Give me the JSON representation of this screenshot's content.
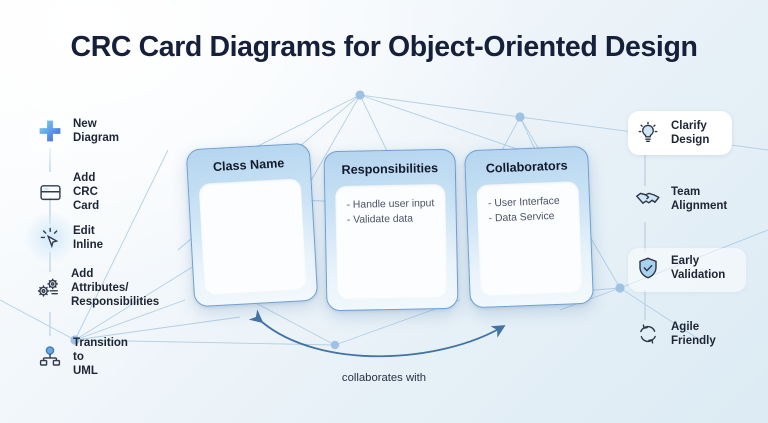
{
  "page": {
    "title": "CRC Card Diagrams for Object-Oriented Design",
    "caption": "collaborates with",
    "accent": "#4a86d6",
    "bg_start": "#fbfcfd",
    "bg_end": "#dcebf4",
    "title_color": "#17203a",
    "card_border": "#6f9fd0"
  },
  "left_rail": {
    "items": [
      {
        "label": "New Diagram",
        "icon": "plus-icon"
      },
      {
        "label": "Add CRC Card",
        "icon": "card-icon"
      },
      {
        "label": "Edit Inline",
        "icon": "cursor-click-icon"
      },
      {
        "label": "Add\nAttributes/\nResponsibilities",
        "icon": "gears-icon"
      },
      {
        "label": "Transition to\nUML",
        "icon": "uml-hierarchy-icon"
      }
    ]
  },
  "right_rail": {
    "items": [
      {
        "label": "Clarify\nDesign",
        "icon": "lightbulb-icon",
        "highlighted": true
      },
      {
        "label": "Team\nAlignment",
        "icon": "handshake-icon",
        "highlighted": false
      },
      {
        "label": "Early\nValidation",
        "icon": "shield-check-icon",
        "highlighted": false
      },
      {
        "label": "Agile\nFriendly",
        "icon": "cycle-arrows-icon",
        "highlighted": false
      }
    ]
  },
  "cards": [
    {
      "title": "Class Name",
      "lines": []
    },
    {
      "title": "Responsibilities",
      "lines": [
        "- Handle user input",
        "- Validate data"
      ]
    },
    {
      "title": "Collaborators",
      "lines": [
        "- User Interface",
        "- Data Service"
      ]
    }
  ]
}
